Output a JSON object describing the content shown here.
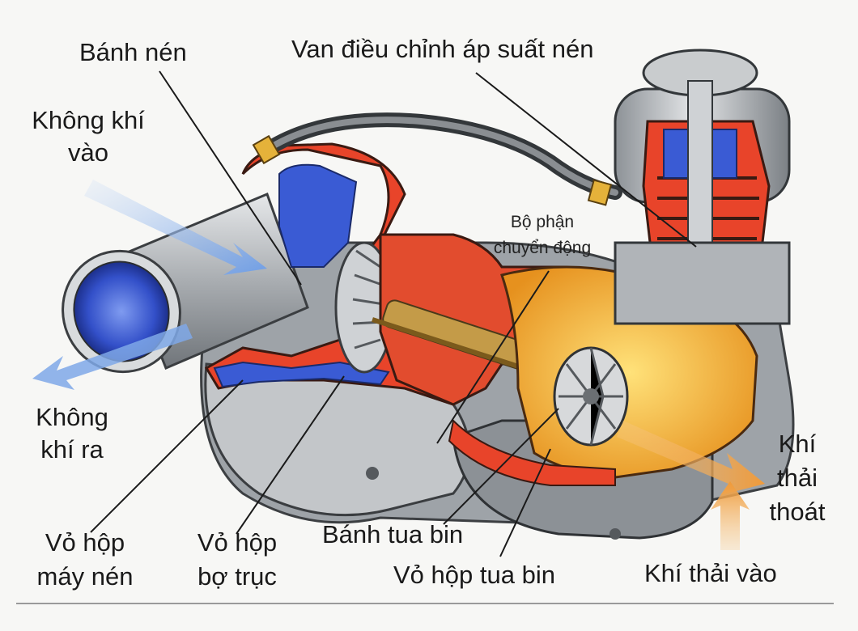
{
  "labels": {
    "compressor_wheel": "Bánh nén",
    "wastegate": "Van điều chỉnh áp suất nén",
    "air_in_1": "Không khí",
    "air_in_2": "vào",
    "moving_parts_1": "Bộ phận",
    "moving_parts_2": "chuyển động",
    "air_out_1": "Không",
    "air_out_2": "khí ra",
    "exhaust_out_1": "Khí",
    "exhaust_out_2": "thải",
    "exhaust_out_3": "thoát",
    "compressor_housing_1": "Vỏ hộp",
    "compressor_housing_2": "máy nén",
    "bearing_housing_1": "Vỏ hộp",
    "bearing_housing_2": "bợ trục",
    "turbine_wheel": "Bánh tua bin",
    "turbine_housing": "Vỏ hộp tua bin",
    "exhaust_in": "Khí thải vào"
  },
  "colors": {
    "housing_red": "#e8442a",
    "metal_grey": "#b9bcbf",
    "air_blue": "#3f5fd0",
    "exhaust_yellow": "#f2b431",
    "arrow_blue": "#8fb6ea",
    "arrow_orange": "#f0a24a"
  }
}
